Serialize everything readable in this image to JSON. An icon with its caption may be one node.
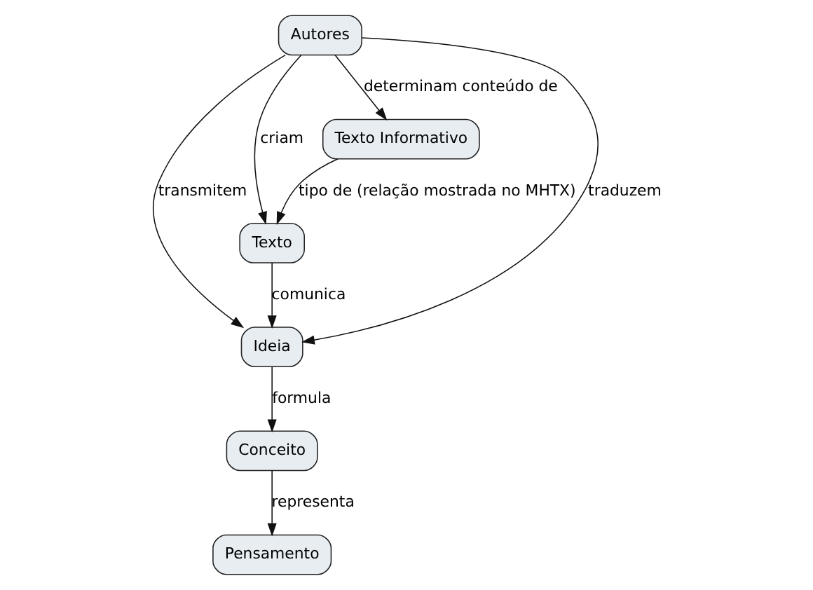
{
  "diagram": {
    "nodes": [
      {
        "text": [
          "Autores"
        ]
      },
      {
        "text": [
          "Texto Informativo"
        ]
      },
      {
        "text": [
          "Ideia"
        ]
      },
      {
        "text": [
          "Texto"
        ]
      },
      {
        "text": [
          "Conceito"
        ]
      },
      {
        "text": [
          "Pensamento"
        ]
      }
    ],
    "edges": [
      {
        "from": 0,
        "to": 2,
        "arrow": "to",
        "label": "transmitem"
      },
      {
        "from": 0,
        "to": 2,
        "arrow": "to",
        "label": "traduzem"
      },
      {
        "from": 0,
        "to": 3,
        "arrow": "to",
        "label": "criam"
      },
      {
        "from": 0,
        "to": 1,
        "arrow": "to",
        "label": "determinam conteúdo de"
      },
      {
        "from": 1,
        "to": 3,
        "arrow": "to",
        "label": "tipo de (relação mostrada no MHTX)"
      },
      {
        "from": 3,
        "to": 2,
        "arrow": "to",
        "label": "comunica"
      },
      {
        "from": 2,
        "to": 4,
        "arrow": "to",
        "label": "formula"
      },
      {
        "from": 4,
        "to": 5,
        "arrow": "to",
        "label": "representa"
      }
    ]
  }
}
